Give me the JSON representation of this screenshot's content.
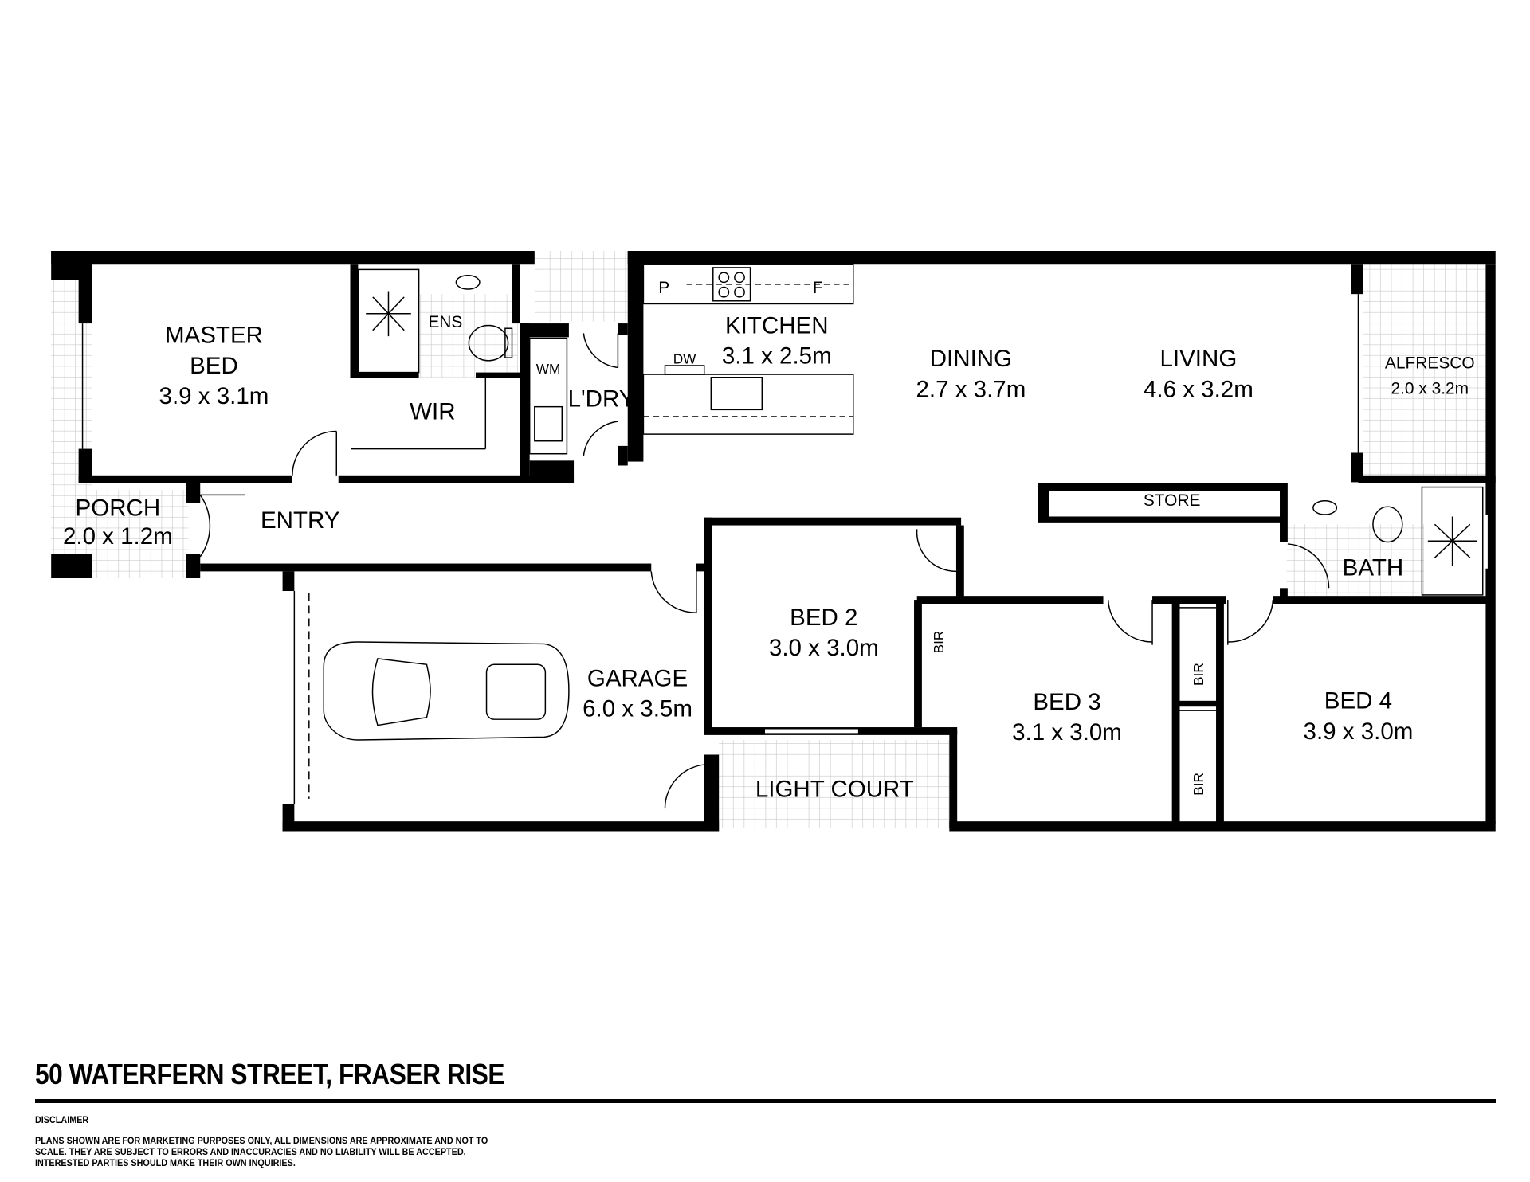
{
  "rooms": {
    "master_bed": {
      "name_1": "MASTER",
      "name_2": "BED",
      "size": "3.9 x 3.1m"
    },
    "ens": {
      "name": "ENS"
    },
    "wir": {
      "name": "WIR"
    },
    "wm": {
      "name": "WM"
    },
    "laundry": {
      "name": "L'DRY"
    },
    "kitchen": {
      "name": "KITCHEN",
      "size": "3.1 x 2.5m",
      "pantry": "P",
      "fridge": "F",
      "dishwasher": "DW"
    },
    "dining": {
      "name": "DINING",
      "size": "2.7 x 3.7m"
    },
    "living": {
      "name": "LIVING",
      "size": "4.6 x 3.2m"
    },
    "alfresco": {
      "name": "ALFRESCO",
      "size": "2.0 x 3.2m"
    },
    "porch": {
      "name": "PORCH",
      "size": "2.0 x 1.2m"
    },
    "entry": {
      "name": "ENTRY"
    },
    "store": {
      "name": "STORE"
    },
    "bath": {
      "name": "BATH"
    },
    "garage": {
      "name": "GARAGE",
      "size": "6.0 x 3.5m"
    },
    "bed2": {
      "name": "BED 2",
      "size": "3.0 x 3.0m",
      "robe": "BIR"
    },
    "bed3": {
      "name": "BED 3",
      "size": "3.1 x 3.0m",
      "robe": "BIR"
    },
    "bed4": {
      "name": "BED 4",
      "size": "3.9 x 3.0m",
      "robe": "BIR"
    },
    "light_court": {
      "name": "LIGHT COURT"
    }
  },
  "footer": {
    "address": "50 WATERFERN STREET, FRASER RISE",
    "disclaimer_heading": "DISCLAIMER",
    "disclaimer_text": "PLANS SHOWN ARE FOR MARKETING PURPOSES ONLY, ALL DIMENSIONS ARE APPROXIMATE AND NOT TO SCALE. THEY ARE SUBJECT  TO ERRORS AND INACCURACIES AND NO LIABILITY WILL BE ACCEPTED. INTERESTED PARTIES SHOULD MAKE THEIR OWN INQUIRIES."
  }
}
